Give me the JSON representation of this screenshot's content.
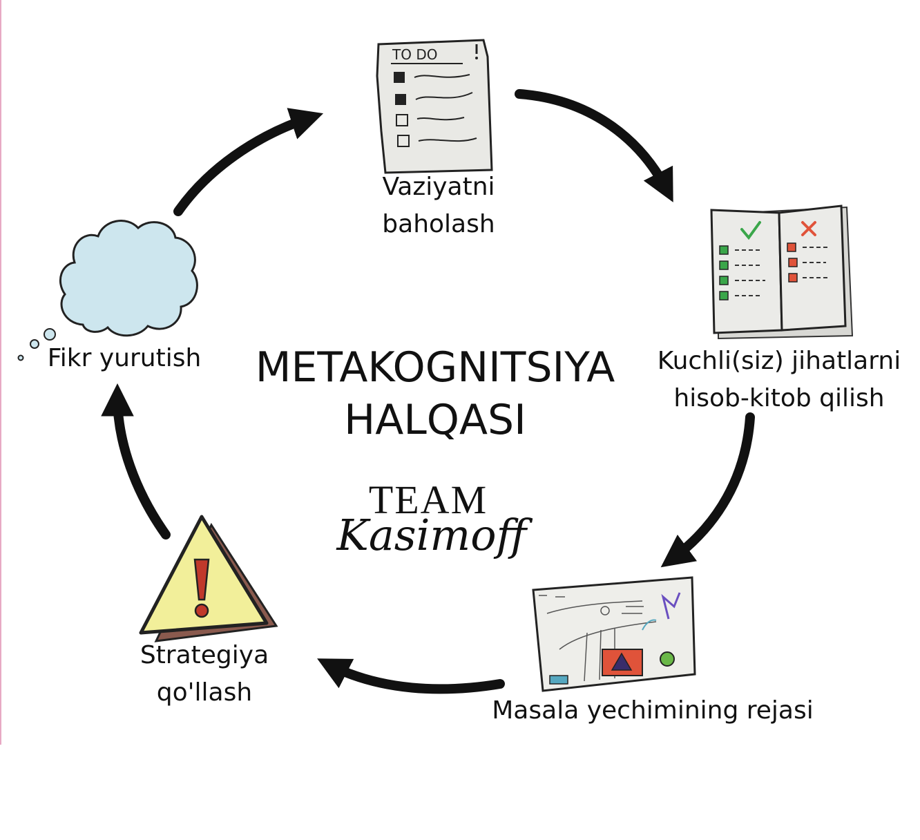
{
  "title": {
    "line1": "METAKOGNITSIYA",
    "line2": "HALQASI"
  },
  "brand": {
    "word1": "TEAM",
    "word2": "Kasimoff"
  },
  "steps": {
    "assess": {
      "line1": "Vaziyatni",
      "line2": "baholash",
      "icon": "todo-list-icon"
    },
    "strengths": {
      "line1": "Kuchli(siz) jihatlarni",
      "line2": "hisob-kitob qilish",
      "icon": "open-book-checklist-icon"
    },
    "plan": {
      "line1": "Masala yechimining rejasi",
      "icon": "plan-sketch-icon"
    },
    "strategy": {
      "line1": "Strategiya",
      "line2": "qo'llash",
      "icon": "warning-sign-icon"
    },
    "think": {
      "line1": "Fikr yurutish",
      "icon": "thought-cloud-icon"
    }
  },
  "todo": {
    "header": "TO DO"
  },
  "colors": {
    "paper": "#ecece8",
    "cloud": "#cde6ee",
    "warning": "#f2ef9a",
    "warning_back": "#8a5a4e",
    "check": "#3aa64a",
    "cross": "#e0533a",
    "plan_red": "#e0533a",
    "arrow": "#111111"
  }
}
